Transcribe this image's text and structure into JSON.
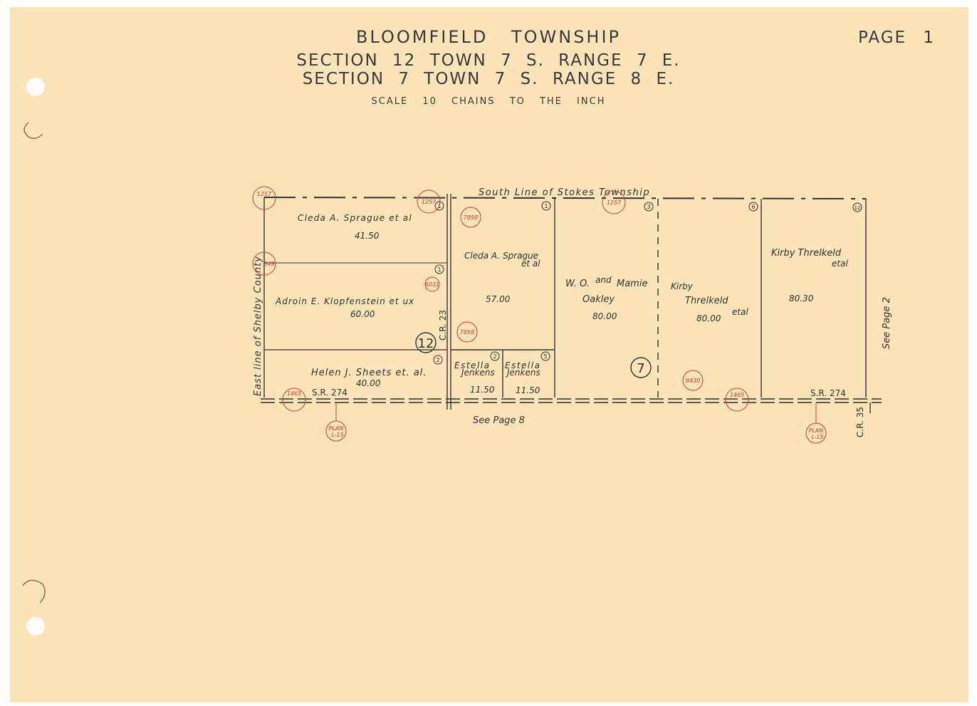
{
  "header": {
    "title": "BLOOMFIELD TOWNSHIP",
    "line2": "SECTION 12 TOWN 7 S. RANGE 7 E.",
    "line3": "SECTION 7 TOWN 7 S. RANGE 8 E.",
    "scale": "SCALE 10 CHAINS TO THE INCH",
    "page": "PAGE 1"
  },
  "lines": {
    "north": "South Line of Stokes Township",
    "west": "East line of Shelby County",
    "east_ref": "See Page 2",
    "south_ref": "See Page 8"
  },
  "roads": {
    "sr_left": "S.R. 274",
    "sr_right": "S.R. 274",
    "cr23": "C.R. 23",
    "cr35": "C.R. 35"
  },
  "sections": {
    "s12": "12",
    "s7": "7"
  },
  "parcels": {
    "p1": {
      "owner": "Cleda A. Sprague et al",
      "acres": "41.50",
      "num": "1"
    },
    "p2": {
      "owner": "Adroin E. Klopfenstein et ux",
      "acres": "60.00",
      "num": "1"
    },
    "p3": {
      "owner": "Helen J. Sheets et. al.",
      "acres": "40.00",
      "num": "2"
    },
    "p4": {
      "owner_l1": "Cleda A. Sprague",
      "owner_l2": "et al",
      "acres": "57.00",
      "num": "1"
    },
    "p5": {
      "owner_l1": "Estella",
      "owner_l2": "Jenkens",
      "acres": "11.50",
      "num": "2"
    },
    "p6": {
      "owner_l1": "Estella",
      "owner_l2": "Jenkens",
      "acres": "11.50",
      "num": "5"
    },
    "p7": {
      "owner_l1": "W. O.",
      "owner_and": "and",
      "owner_l1b": "Mamie",
      "owner_l2": "Oakley",
      "acres": "80.00",
      "num": "3"
    },
    "p8": {
      "owner_l1": "Kirby",
      "owner_l2": "Threlkeld",
      "owner_l3": "etal",
      "acres": "80.00",
      "num": "6"
    },
    "p9": {
      "owner_l1": "Kirby Threlkeld",
      "owner_l2": "etal",
      "acres": "80.30",
      "num": "12"
    }
  },
  "stamps": {
    "s1257a": "1257",
    "s1257b": "1257",
    "s1257c": "1257",
    "s7858a": "7858",
    "s7858b": "7858",
    "s6031": "6031",
    "s349": "349",
    "s1465a": "1465",
    "s1465b": "1465",
    "s8430": "8430",
    "plan_l1": "PLAN",
    "plan_l2": "L-15"
  },
  "colors": {
    "paper": "#fde3b8",
    "ink": "#3a3a3a",
    "stamp": "#d23a3a"
  }
}
